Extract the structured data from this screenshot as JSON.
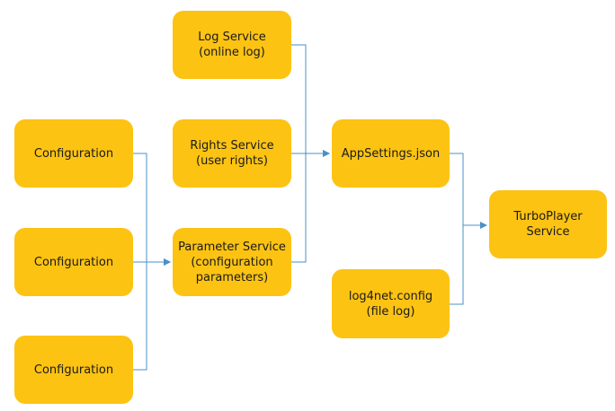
{
  "nodes": {
    "log_service": "Log Service\n(online log)",
    "rights_service": "Rights Service\n(user rights)",
    "parameter_service": "Parameter Service\n(configuration\nparameters)",
    "configuration_1": "Configuration",
    "configuration_2": "Configuration",
    "configuration_3": "Configuration",
    "appsettings": "AppSettings.json",
    "log4net": "log4net.config\n(file log)",
    "turboplayer": "TurboPlayer\nService"
  },
  "colors": {
    "node_fill": "#FCC313",
    "connector": "#4A90C8",
    "text": "#1a1a1a"
  }
}
